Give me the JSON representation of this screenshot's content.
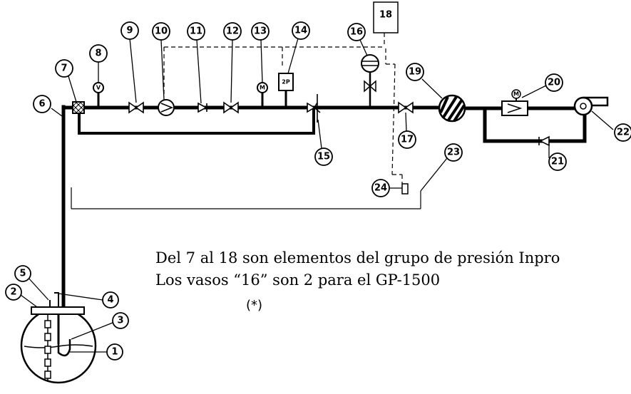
{
  "labels": [
    "1",
    "2",
    "3",
    "4",
    "5",
    "6",
    "7",
    "8",
    "9",
    "10",
    "11",
    "12",
    "13",
    "14",
    "15",
    "16",
    "17",
    "18",
    "19",
    "20",
    "21",
    "22",
    "23",
    "24"
  ],
  "gauge_letters": {
    "v": "V",
    "m": "M",
    "p": "2P"
  },
  "notes": {
    "line1": "Del 7 al 18 son elementos del grupo de presión Inpro",
    "line2": "Los vasos “16” son 2 para el GP-1500",
    "line3": "(*)"
  }
}
